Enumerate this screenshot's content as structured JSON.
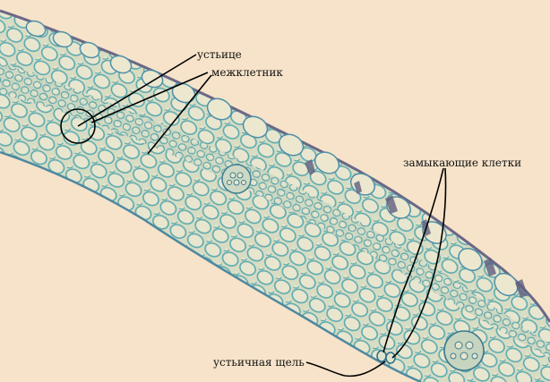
{
  "labels": {
    "stoma": "устьице",
    "intercellular_space": "межклетник",
    "guard_cells": "замыкающие клетки",
    "stomatal_slit": "устьичная щель"
  },
  "colors": {
    "background": "#f6e3c9",
    "tissue_fill": "#d8dcc2",
    "cell_wall_blue": "#4fa8b0",
    "cell_wall_dark": "#3e6f86",
    "cuticle": "#6d6a86",
    "annotation_line": "#000000"
  }
}
